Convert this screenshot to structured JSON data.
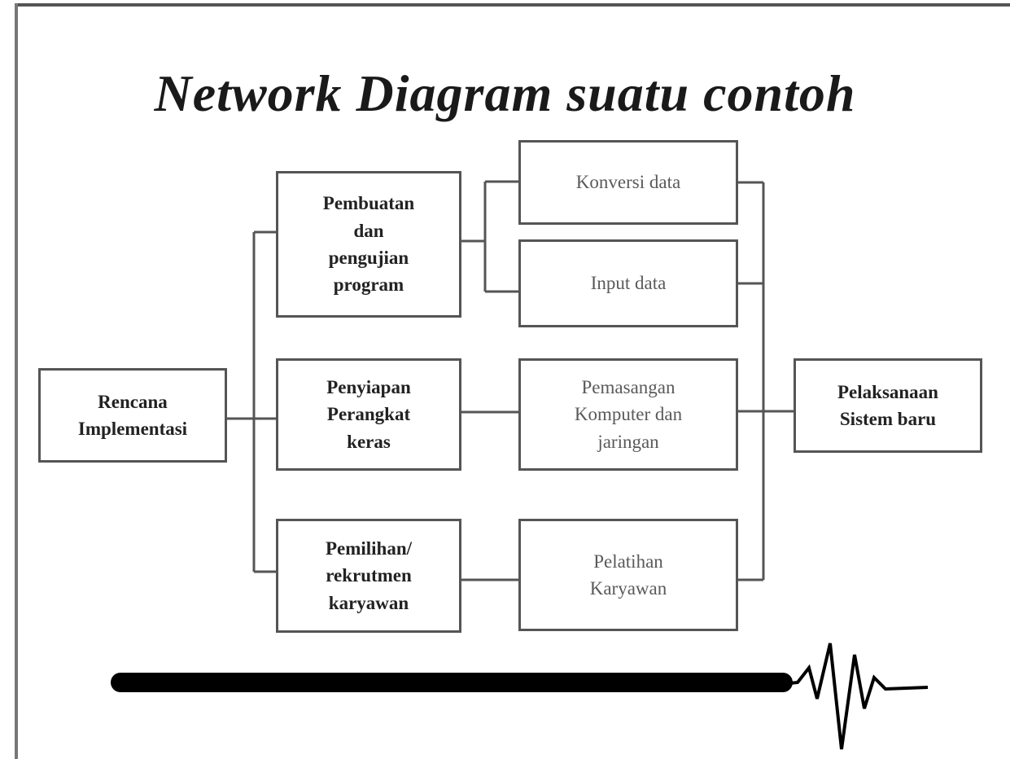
{
  "title": "Network Diagram suatu contoh",
  "nodes": {
    "rencana": {
      "lines": [
        "Rencana",
        "Implementasi"
      ]
    },
    "pembuatan": {
      "lines": [
        "Pembuatan",
        "dan",
        "pengujian",
        "program"
      ]
    },
    "penyiapan": {
      "lines": [
        "Penyiapan",
        "Perangkat",
        "keras"
      ]
    },
    "pemilihan": {
      "lines": [
        "Pemilihan/",
        "rekrutmen",
        "karyawan"
      ]
    },
    "konversi": {
      "lines": [
        "Konversi data"
      ]
    },
    "input": {
      "lines": [
        "Input data"
      ]
    },
    "pemasangan": {
      "lines": [
        "Pemasangan",
        "Komputer dan",
        "jaringan"
      ]
    },
    "pelatihan": {
      "lines": [
        "Pelatihan",
        "Karyawan"
      ]
    },
    "pelaksanaan": {
      "lines": [
        "Pelaksanaan",
        "Sistem baru"
      ]
    }
  },
  "colors": {
    "line": "#555555",
    "bar": "#000000"
  }
}
